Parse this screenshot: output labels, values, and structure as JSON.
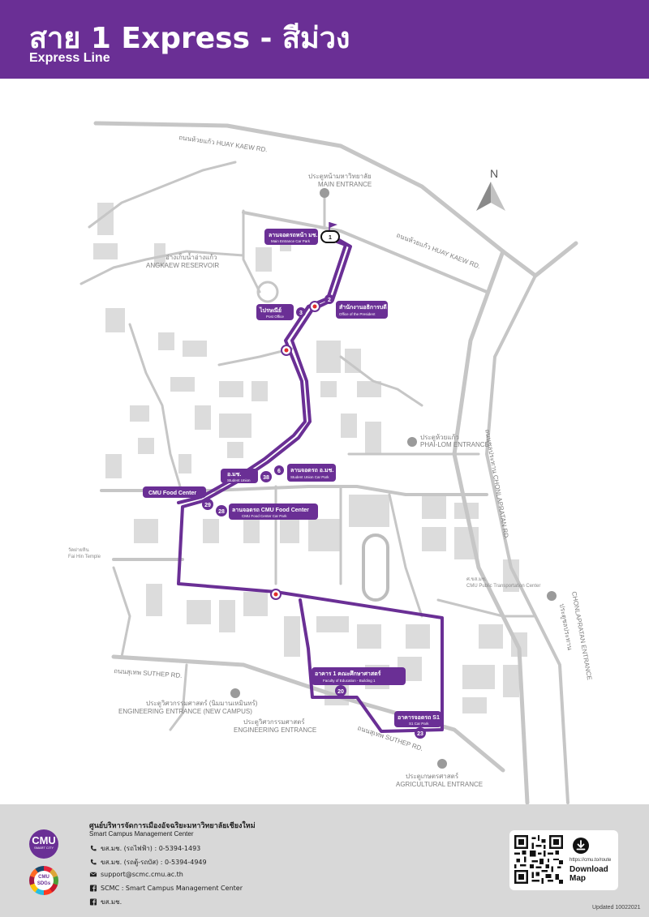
{
  "header": {
    "title": "สาย 1 Express - สีม่วง",
    "subtitle": "Express Line"
  },
  "colors": {
    "route": "#6a2f95",
    "road": "#c6c6c6",
    "building": "#dcdcdc",
    "footer_bg": "#d8d8d8"
  },
  "map": {
    "compass": "N",
    "roads": {
      "huay_kaew_top": "ถนนห้วยแก้ว HUAY KAEW RD.",
      "huay_kaew_right": "ถนนห้วยแก้ว HUAY KAEW RD.",
      "chonlapratan": "ถนนชลประทาน CHONLAPRATAN RD.",
      "suthep_left": "ถนนสุเทพ SUTHEP RD.",
      "suthep_right": "ถนนสุเทพ SUTHEP RD."
    },
    "gates": [
      {
        "th": "ประตูหน้ามหาวิทยาลัย",
        "en": "MAIN ENTRANCE"
      },
      {
        "th": "ประตูห้วยแก้ว",
        "en": "PHAI-LOM ENTRANCE"
      },
      {
        "th": "ประตูวิศวกรรมศาสตร์ (นิมมานเหมินทร์)",
        "en": "ENGINEERING ENTRANCE (NEW CAMPUS)"
      },
      {
        "th": "ประตูวิศวกรรมศาสตร์",
        "en": "ENGINEERING ENTRANCE"
      },
      {
        "th": "ประตูเกษตรศาสตร์",
        "en": "AGRICULTURAL ENTRANCE"
      },
      {
        "th": "ประตูชลประทาน",
        "en": "CHONLAPRATAN ENTRANCE"
      }
    ],
    "places": {
      "reservoir_th": "อ่างเก็บน้ำอ่างแก้ว",
      "reservoir_en": "ANGKAEW RESERVOIR",
      "fai_hin_th": "วัดฝายหิน",
      "fai_hin_en": "Fai Hin Temple",
      "transport_th": "ศ.ขส.มช.",
      "transport_en": "CMU Public Transportation Center"
    },
    "stops": [
      {
        "num": "1",
        "th": "ลานจอดรถหน้า มช.",
        "en": "Main Entrance Car Park"
      },
      {
        "num": "2",
        "th": "สำนักงานอธิการบดี",
        "en": "Office of the President"
      },
      {
        "num": "3",
        "th": "ไปรษณีย์",
        "en": "Post Office"
      },
      {
        "num": "6",
        "th": "ลานจอดรถ อ.มช.",
        "en": "Student Union Car Park"
      },
      {
        "num": "38",
        "th": "อ.มช.",
        "en": "Student Union"
      },
      {
        "num": "29",
        "th": "CMU Food Center",
        "en": ""
      },
      {
        "num": "28",
        "th": "ลานจอดรถ CMU Food Center",
        "en": "CMU Food Center Car Park"
      },
      {
        "num": "20",
        "th": "อาคาร 1 คณะศึกษาศาสตร์",
        "en": "Faculty of Education - Building 1"
      },
      {
        "num": "23",
        "th": "อาคารจอดรถ S1",
        "en": "S1 Car Park"
      }
    ]
  },
  "footer": {
    "logo_cmu": "CMU",
    "logo_cmu_sub": "SMART CITY",
    "logo_sdg": "CMU SDGs",
    "center_th": "ศูนย์บริหารจัดการเมืองอัจฉริยะมหาวิทยาลัยเชียงใหม่",
    "center_en": "Smart Campus Management Center",
    "contacts": [
      {
        "icon": "phone-icon",
        "text": "ขส.มช. (รถไฟฟ้า) : 0-5394-1493"
      },
      {
        "icon": "phone-icon",
        "text": "ขส.มช. (รถตู้-รถบัส) : 0-5394-4949"
      },
      {
        "icon": "email-icon",
        "text": "support@scmc.cmu.ac.th"
      },
      {
        "icon": "facebook-icon",
        "text": "SCMC : Smart Campus Management Center"
      },
      {
        "icon": "facebook-icon",
        "text": "ขส.มช."
      }
    ],
    "qr_url": "https://cmu.to/route",
    "download_label": "Download Map",
    "updated": "Updated 10022021"
  }
}
